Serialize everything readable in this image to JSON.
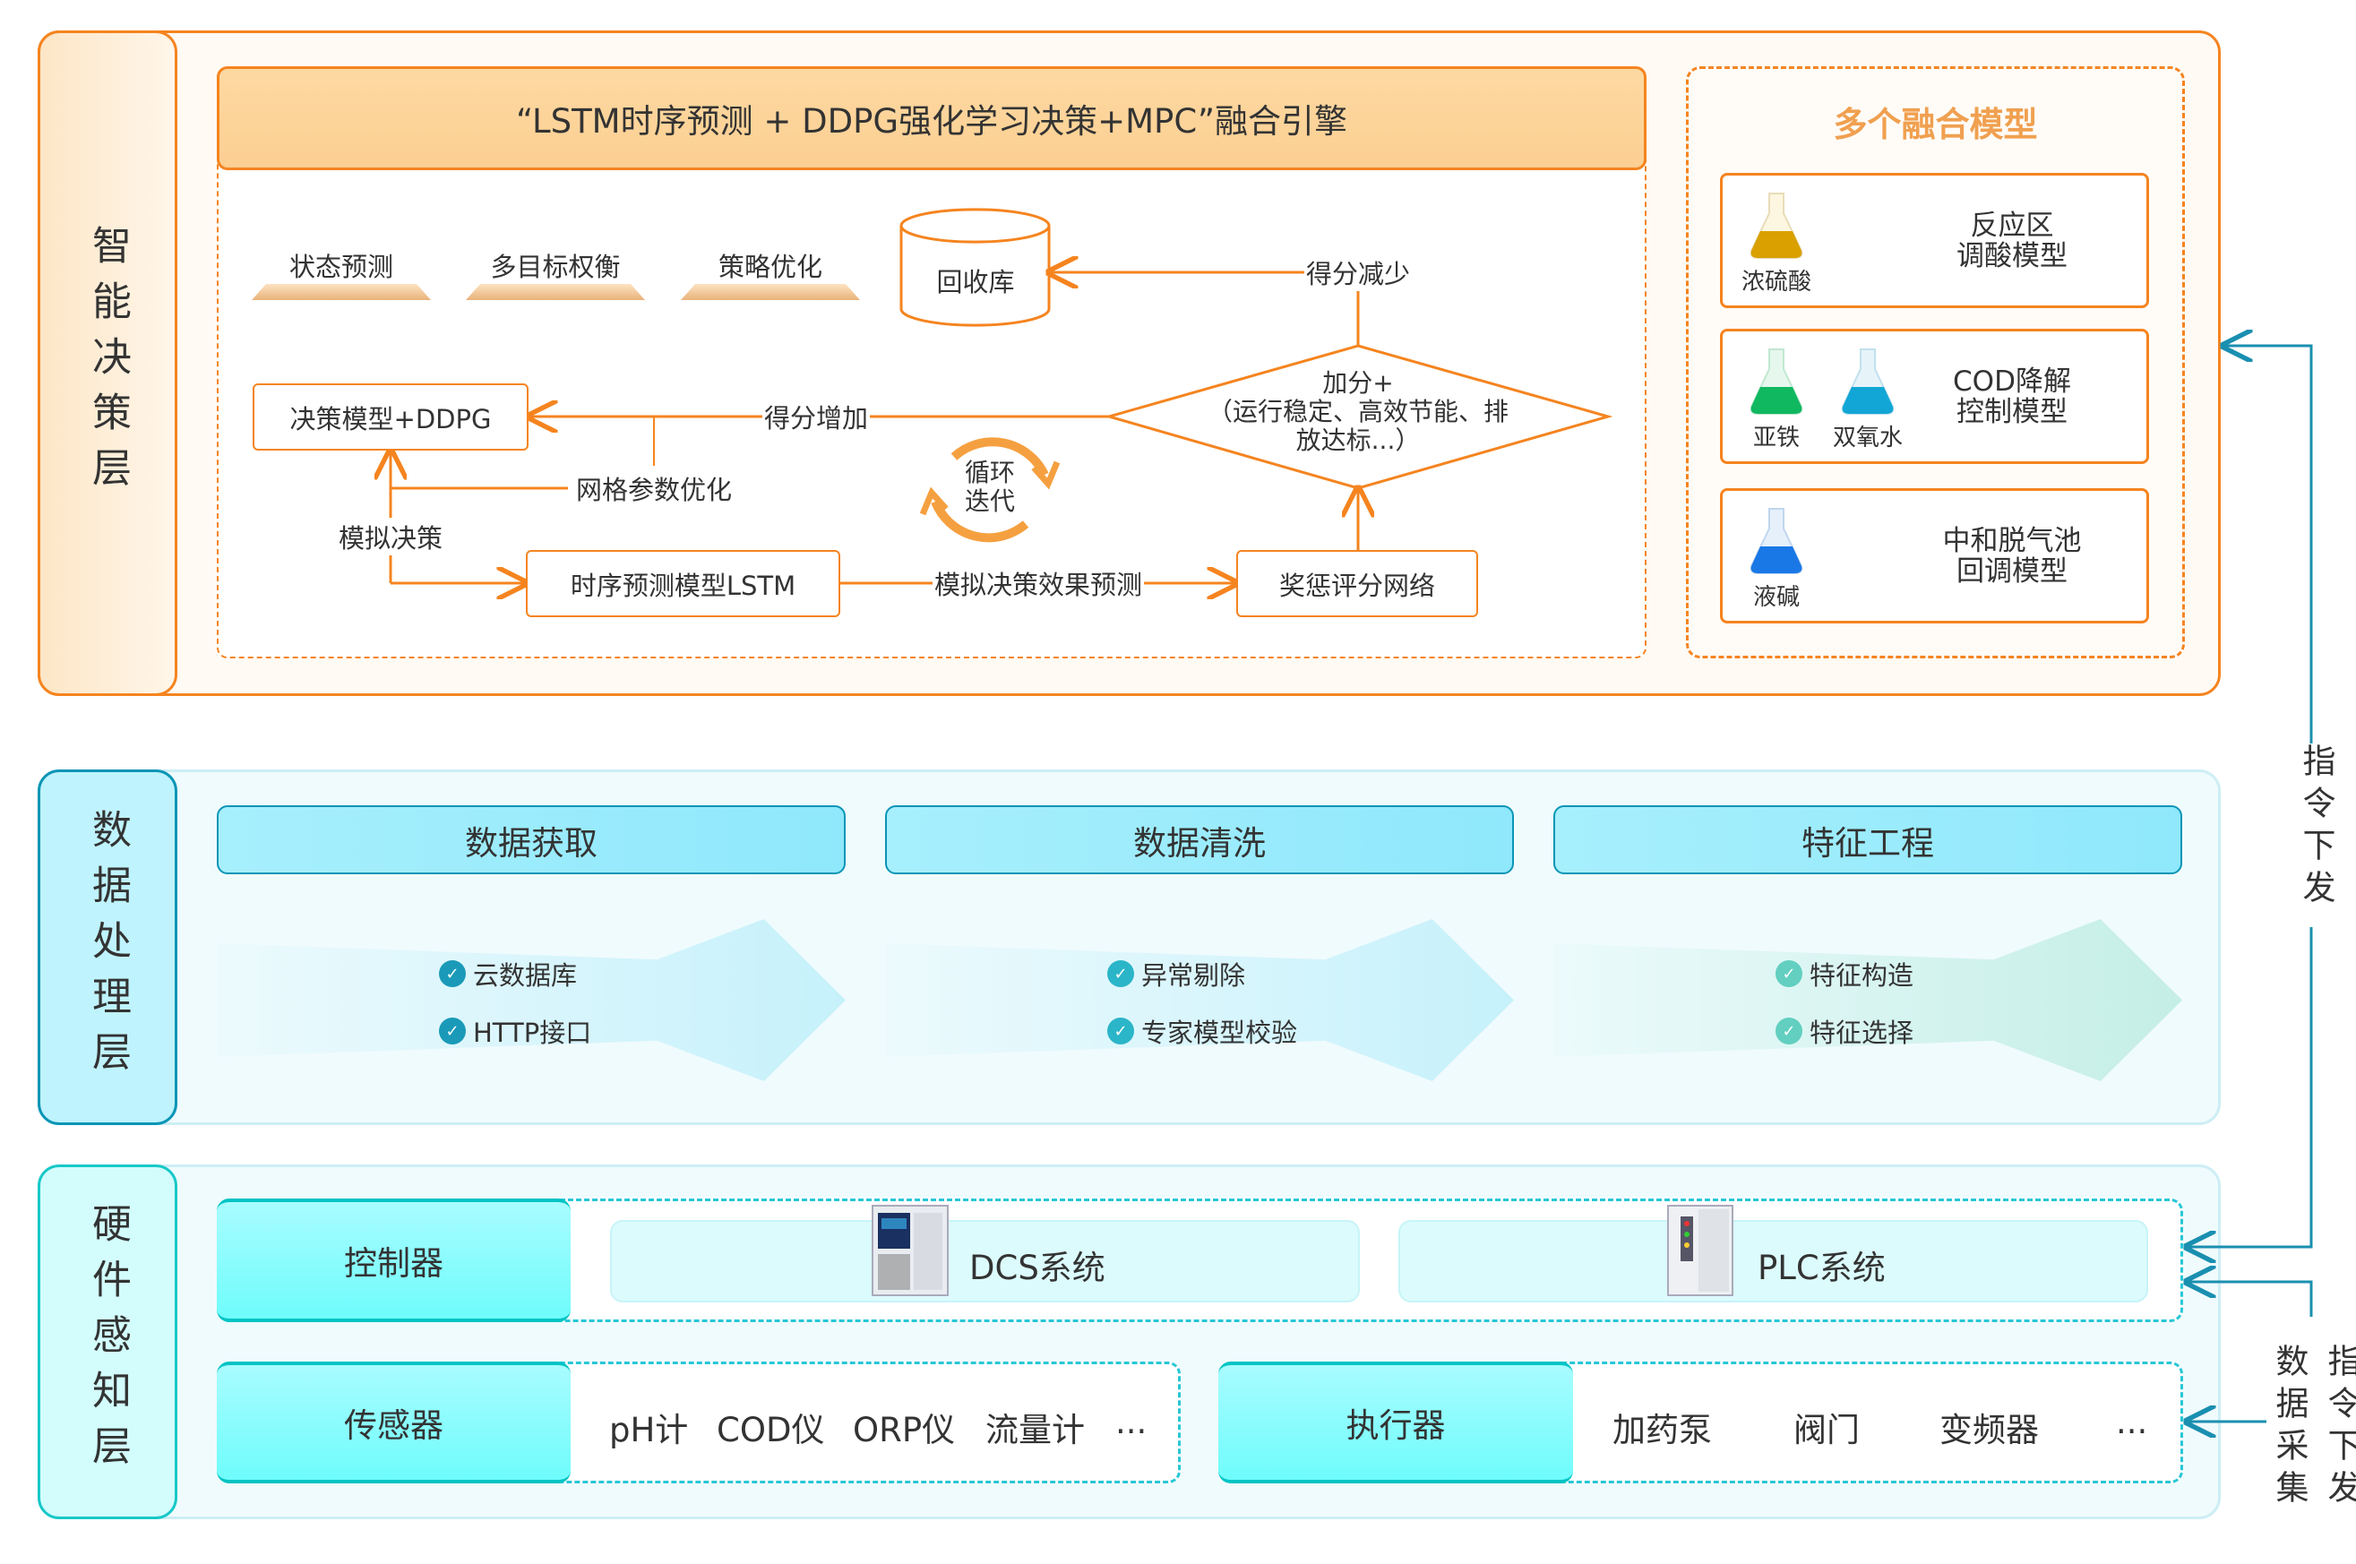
{
  "layers": {
    "decision": "智能决策层",
    "data": "数据处理层",
    "hardware": "硬件感知层"
  },
  "engine": {
    "title": "“LSTM时序预测 + DDPG强化学习决策+MPC”融合引擎",
    "tags": [
      "状态预测",
      "多目标权衡",
      "策略优化"
    ],
    "recycle": "回收库",
    "score_down": "得分减少",
    "score_up": "得分增加",
    "diamond": [
      "加分+",
      "（运行稳定、高效节能、排",
      "放达标...）"
    ],
    "ddpg": "决策模型+DDPG",
    "grid_opt": "网格参数优化",
    "simulate": "模拟决策",
    "lstm": "时序预测模型LSTM",
    "effect": "模拟决策效果预测",
    "reward": "奖惩评分网络",
    "loop": [
      "循环",
      "迭代"
    ]
  },
  "models": {
    "title": "多个融合模型",
    "items": [
      {
        "chemicals": [
          "浓硫酸"
        ],
        "colors": [
          "#d9a000"
        ],
        "name": [
          "反应区",
          "调酸模型"
        ]
      },
      {
        "chemicals": [
          "亚铁",
          "双氧水"
        ],
        "colors": [
          "#10b860",
          "#12a6d6"
        ],
        "name": [
          "COD降解",
          "控制模型"
        ]
      },
      {
        "chemicals": [
          "液碱"
        ],
        "colors": [
          "#1a78e6"
        ],
        "name": [
          "中和脱气池",
          "回调模型"
        ]
      }
    ]
  },
  "data_processing": {
    "stages": [
      {
        "title": "数据获取",
        "items": [
          "云数据库",
          "HTTP接口"
        ]
      },
      {
        "title": "数据清洗",
        "items": [
          "异常剔除",
          "专家模型校验"
        ]
      },
      {
        "title": "特征工程",
        "items": [
          "特征构造",
          "特征选择"
        ]
      }
    ]
  },
  "hardware": {
    "controller": "控制器",
    "dcs": "DCS系统",
    "plc": "PLC系统",
    "sensor": "传感器",
    "sensors": [
      "pH计",
      "COD仪",
      "ORP仪",
      "流量计",
      "..."
    ],
    "actuator": "执行器",
    "actuators": [
      "加药泵",
      "阀门",
      "变频器",
      "..."
    ]
  },
  "side": {
    "command_top": "指令下发",
    "data_collect": "数据采集",
    "command_bottom": "指令下发"
  }
}
